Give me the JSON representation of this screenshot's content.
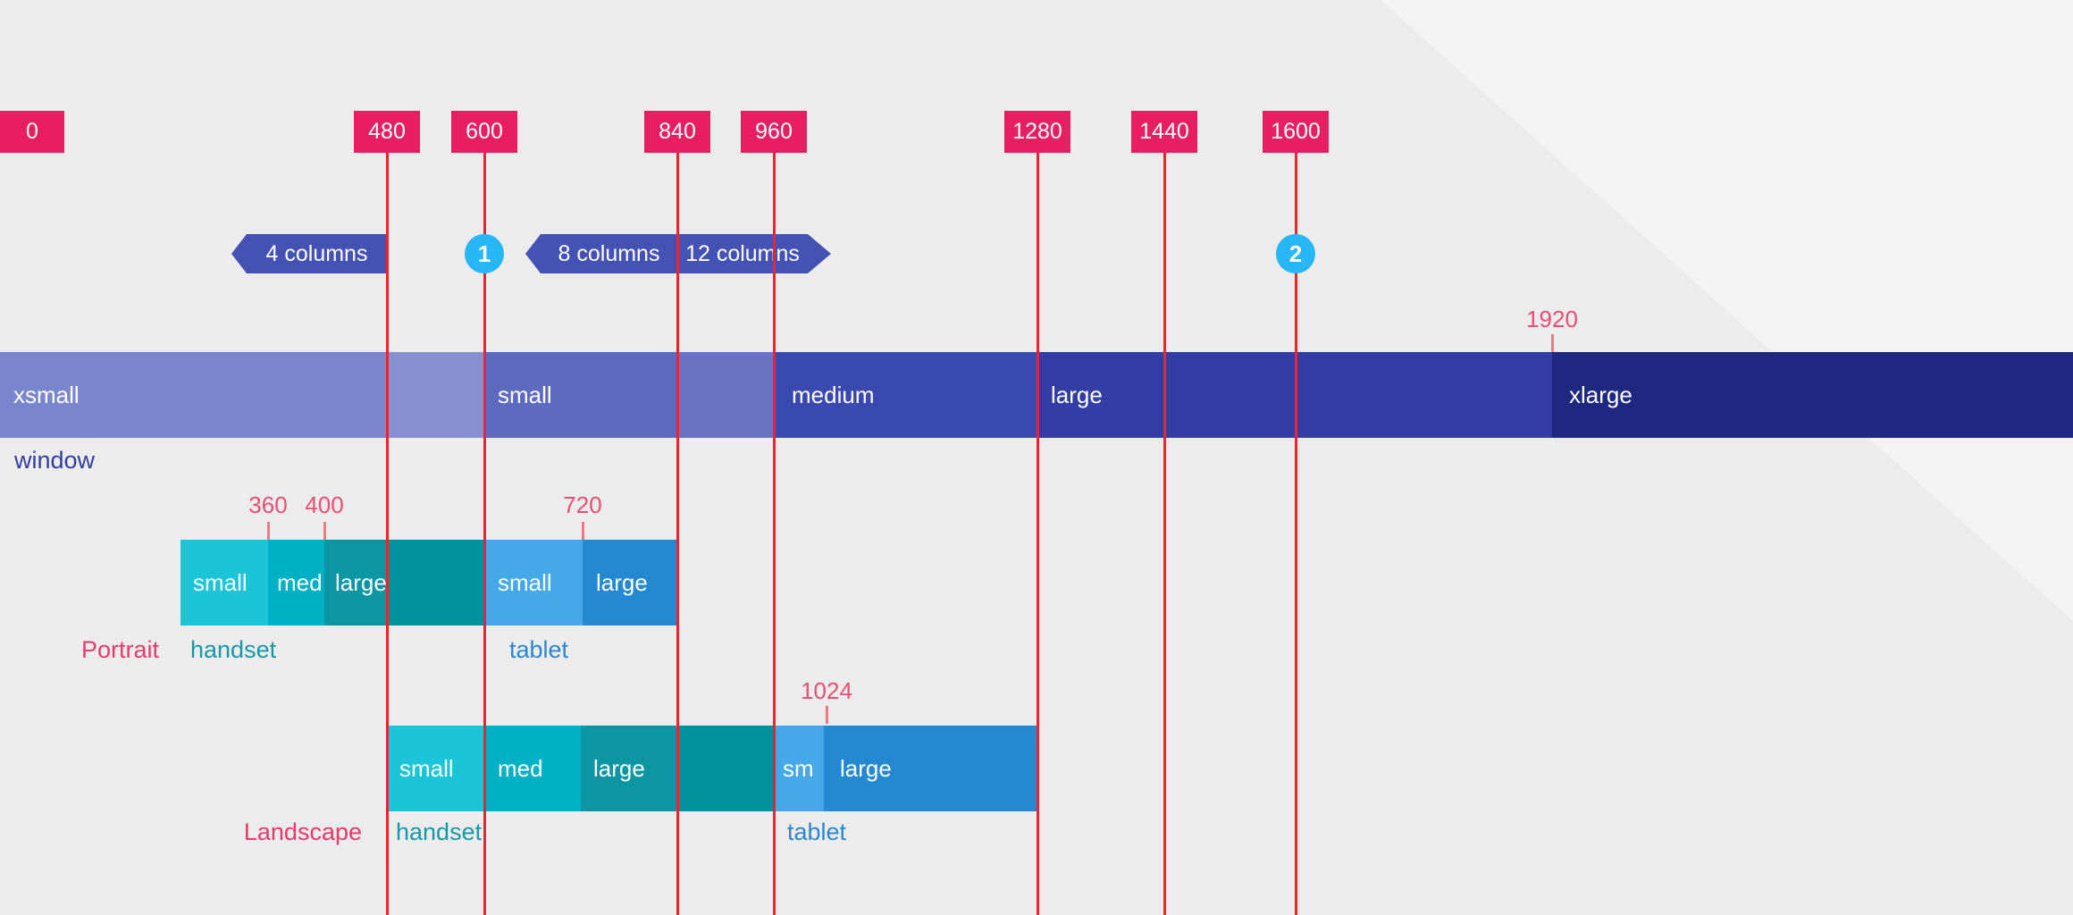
{
  "colors": {
    "background": "#ECECEC",
    "breakpoint_chip": "#E71E61",
    "grid_line": "#EA2430",
    "tick": "#F47883",
    "number_text": "#EB4D75",
    "badge": "#4352B3",
    "marker_circle": "#29B6F6",
    "window_segments": {
      "xsmall": "#7986CB",
      "xsmall_blend": "#8791D0",
      "small": "#5C6BC0",
      "small_blend": "#6873C4",
      "medium": "#3A49B0",
      "large": "#323DA6",
      "xlarge": "#1F2880"
    },
    "device_segments": {
      "handset_small": "#1BC5D7",
      "handset_med": "#00B0C4",
      "handset_large": "#0C96A4",
      "handset_extension": "#00929C",
      "tablet_small": "#45A8E8",
      "tablet_large": "#2589D2"
    },
    "captions": {
      "window": "#313EA0",
      "orientation": "#E73A6C",
      "handset": "#1898A6",
      "tablet": "#2E86CE"
    }
  },
  "breakpoints": {
    "b0": "0",
    "b480": "480",
    "b600": "600",
    "b840": "840",
    "b960": "960",
    "b1280": "1280",
    "b1440": "1440",
    "b1600": "1600"
  },
  "badges": {
    "four": "4 columns",
    "eight": "8 columns",
    "twelve": "12 columns",
    "marker1": "1",
    "marker2": "2"
  },
  "window_bar": {
    "caption": "window",
    "annotation_1920": "1920",
    "segments": {
      "xsmall": "xsmall",
      "small": "small",
      "medium": "medium",
      "large": "large",
      "xlarge": "xlarge"
    }
  },
  "portrait": {
    "row_label": "Portrait",
    "handset_label": "handset",
    "tablet_label": "tablet",
    "handset_segments": {
      "small": "small",
      "med": "med",
      "large": "large"
    },
    "tablet_segments": {
      "small": "small",
      "large": "large"
    },
    "annotations": {
      "a360": "360",
      "a400": "400",
      "a720": "720"
    }
  },
  "landscape": {
    "row_label": "Landscape",
    "handset_label": "handset",
    "tablet_label": "tablet",
    "handset_segments": {
      "small": "small",
      "med": "med",
      "large": "large"
    },
    "tablet_segments": {
      "small": "sm",
      "large": "large"
    },
    "annotations": {
      "a1024": "1024"
    }
  }
}
